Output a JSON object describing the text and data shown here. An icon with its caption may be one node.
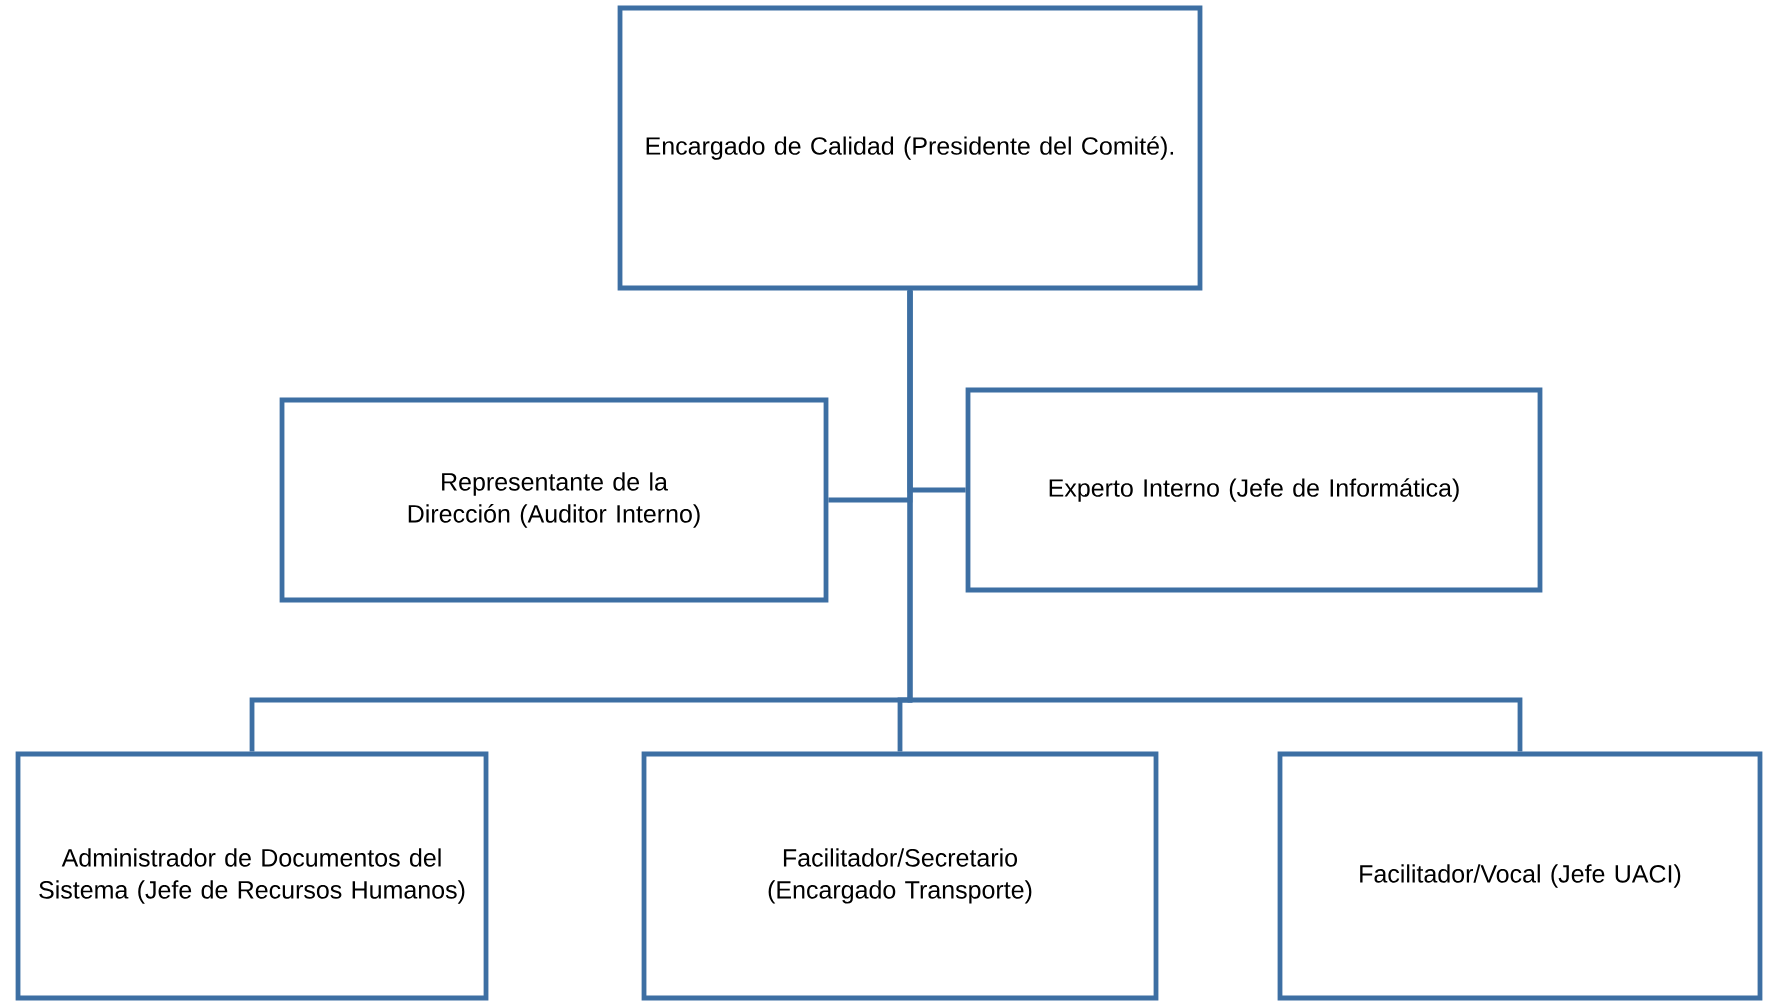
{
  "diagram": {
    "nodes": [
      {
        "text": [
          "Encargado de Calidad (Presidente del Comité)."
        ]
      },
      {
        "text": [
          "Representante de la Dirección (Auditor Interno)"
        ]
      },
      {
        "text": [
          "Experto Interno (Jefe de Informática)"
        ]
      },
      {
        "text": [
          "Administrador de Documentos del Sistema (Jefe de Recursos Humanos)"
        ]
      },
      {
        "text": [
          "Facilitador/Secretario (Encargado Transporte)"
        ]
      },
      {
        "text": [
          "Facilitador/Vocal (Jefe UACI)"
        ]
      }
    ],
    "edges": [
      {
        "from": 0,
        "to": 1,
        "arrow": "none"
      },
      {
        "from": 0,
        "to": 2,
        "arrow": "none"
      },
      {
        "from": 0,
        "to": 3,
        "arrow": "none"
      },
      {
        "from": 0,
        "to": 4,
        "arrow": "none"
      },
      {
        "from": 0,
        "to": 5,
        "arrow": "none"
      }
    ]
  }
}
